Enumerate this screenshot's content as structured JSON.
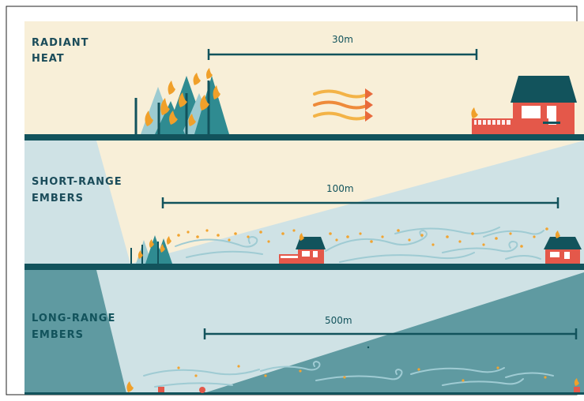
{
  "panels": [
    {
      "label_lines": [
        "RADIANT",
        "HEAT"
      ],
      "distance": "30m"
    },
    {
      "label_lines": [
        "SHORT-RANGE",
        "EMBERS"
      ],
      "distance": "100m"
    },
    {
      "label_lines": [
        "LONG-RANGE",
        "EMBERS"
      ],
      "distance": "500m"
    }
  ],
  "colors": {
    "cream": "#f8efd8",
    "dark_teal": "#12535c",
    "mid_teal": "#5f9aa1",
    "light_blue": "#cfe2e5",
    "house_red": "#e4584a",
    "flame_orange": "#f0a02a",
    "tree_teal": "#2f8b91",
    "tree_light": "#9ccbd1",
    "wind_blue": "#9fcbd3",
    "ember_orange": "#f1a431"
  },
  "icons": {
    "forest": "burning-forest-icon",
    "heat": "radiant-heat-arrows-icon",
    "house": "house-icon",
    "wind": "wind-swirl-icon",
    "embers": "ember-dots-icon"
  }
}
